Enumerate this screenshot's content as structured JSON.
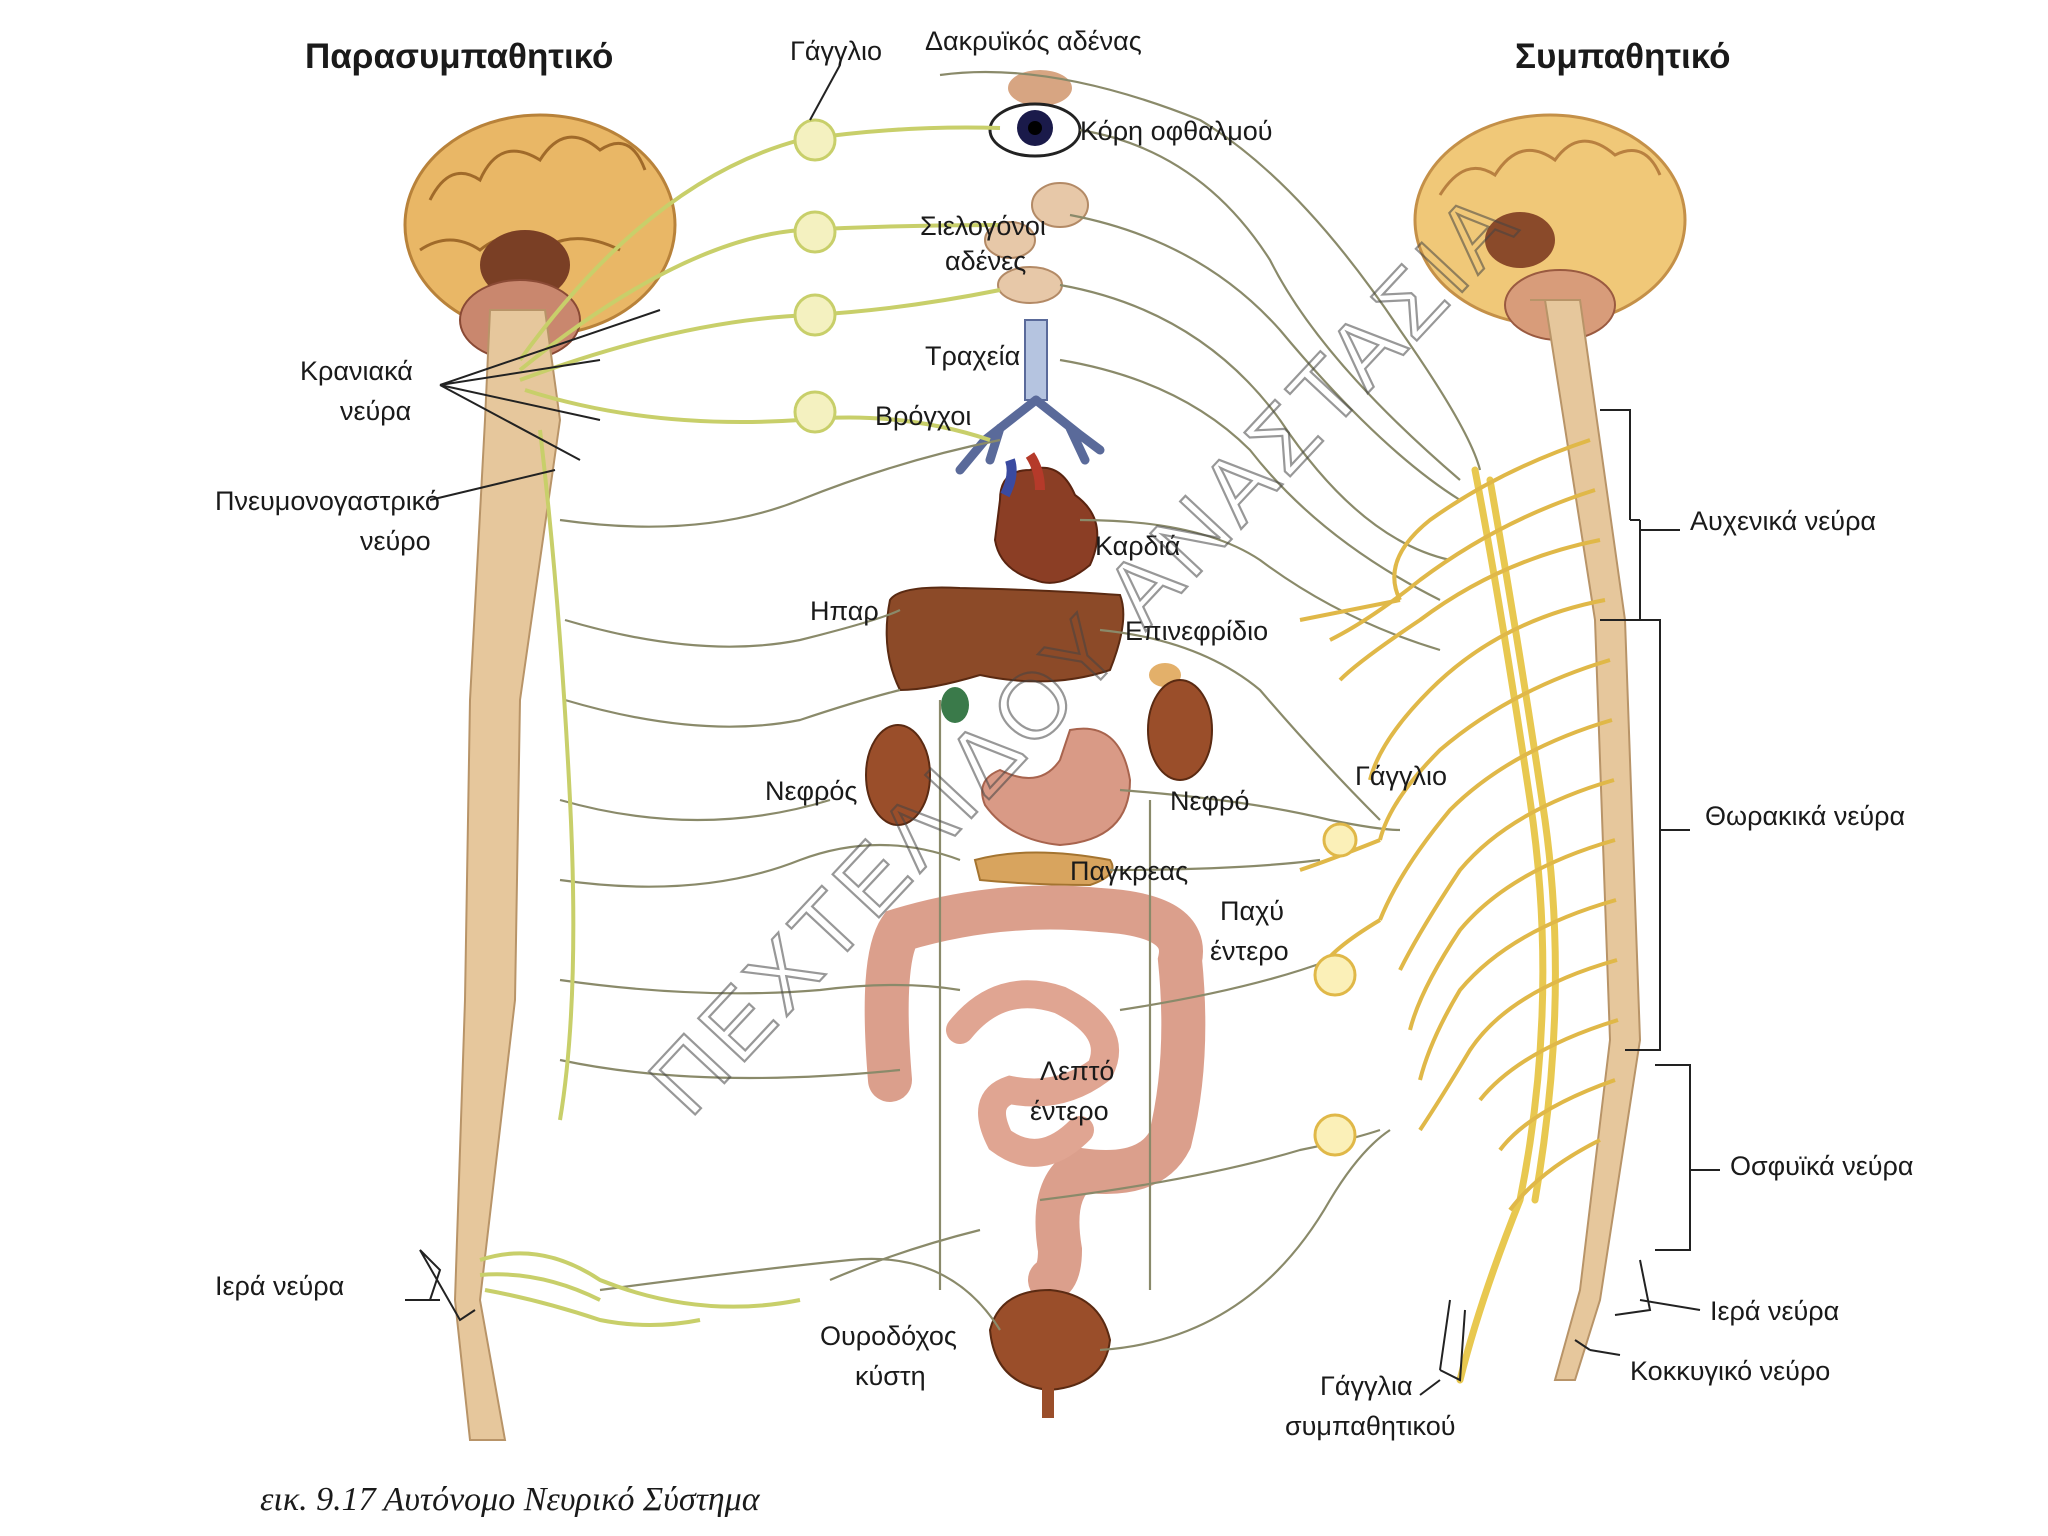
{
  "headers": {
    "parasympathetic": "Παρασυμπαθητικό",
    "sympathetic": "Συμπαθητικό"
  },
  "labels": {
    "ganglion_top": "Γάγγλιο",
    "lacrimal": "Δακρυϊκός αδένας",
    "pupil": "Κόρη οφθαλμού",
    "salivary_1": "Σιελογόνοι",
    "salivary_2": "αδένες",
    "trachea": "Τραχεία",
    "bronchi": "Βρόγχοι",
    "cranial_1": "Κρανιακά",
    "cranial_2": "νεύρα",
    "vagus_1": "Πνευμονογαστρικό",
    "vagus_2": "νεύρο",
    "heart": "Καρδιά",
    "liver": "Ηπαρ",
    "adrenal": "Επινεφρίδιο",
    "kidney_left": "Νεφρός",
    "kidney_right": "Νεφρό",
    "ganglion_mid": "Γάγγλιο",
    "pancreas": "Παγκρεας",
    "colon_1": "Παχύ",
    "colon_2": "έντερο",
    "small_int_1": "Λεπτό",
    "small_int_2": "έντερο",
    "sacral_left": "Ιερά νεύρα",
    "bladder_1": "Ουροδόχος",
    "bladder_2": "κύστη",
    "symp_ganglia_1": "Γάγγλια",
    "symp_ganglia_2": "συμπαθητικού",
    "cervical": "Αυχενικά νεύρα",
    "thoracic": "Θωρακικά νεύρα",
    "lumbar": "Οσφυϊκά νεύρα",
    "sacral_right": "Ιερά νεύρα",
    "coccygeal": "Κοκκυγικό νεύρο"
  },
  "caption": "εικ. 9.17   Αυτόνομο Νευρικό Σύστημα",
  "watermark": "ΠΕΧΤΕΛΙΔΟΥ ΑΝΑΣΤΑΣΙΑ",
  "colors": {
    "brain": "#e9b766",
    "cord": "#e6c79c",
    "organ": "#9a4e2a",
    "intestine": "#d99a86",
    "parasympathetic_nerve": "#c8cf6a",
    "sympathetic_nerve": "#e8c850"
  }
}
